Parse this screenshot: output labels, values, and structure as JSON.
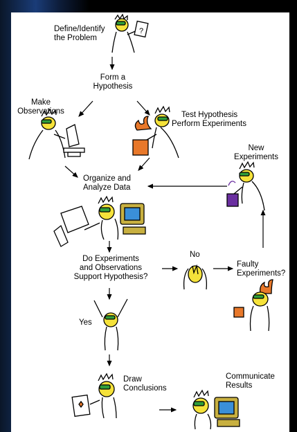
{
  "steps": {
    "define": [
      "Define/Identify",
      "the Problem"
    ],
    "hypothesis": [
      "Form a",
      "Hypothesis"
    ],
    "observations": [
      "Make",
      "Observations"
    ],
    "test": [
      "Test Hypothesis",
      "Perform Experiments"
    ],
    "new_experiments": [
      "New",
      "Experiments"
    ],
    "organize": [
      "Organize and",
      "Analyze Data"
    ],
    "support": [
      "Do Experiments",
      "and Observations",
      "Support Hypothesis?"
    ],
    "no": "No",
    "faulty": [
      "Faulty",
      "Experiments?"
    ],
    "yes": "Yes",
    "conclusions": [
      "Draw",
      "Conclusions"
    ],
    "communicate": [
      "Communicate",
      "Results"
    ]
  },
  "colors": {
    "skin": "#f5e23a",
    "goggles": "#2f9e3a",
    "flame": "#e8782a",
    "beaker_purple": "#6a2fa0",
    "screen_blue": "#3a8fd8",
    "frame_blue": "#1a3c78"
  }
}
